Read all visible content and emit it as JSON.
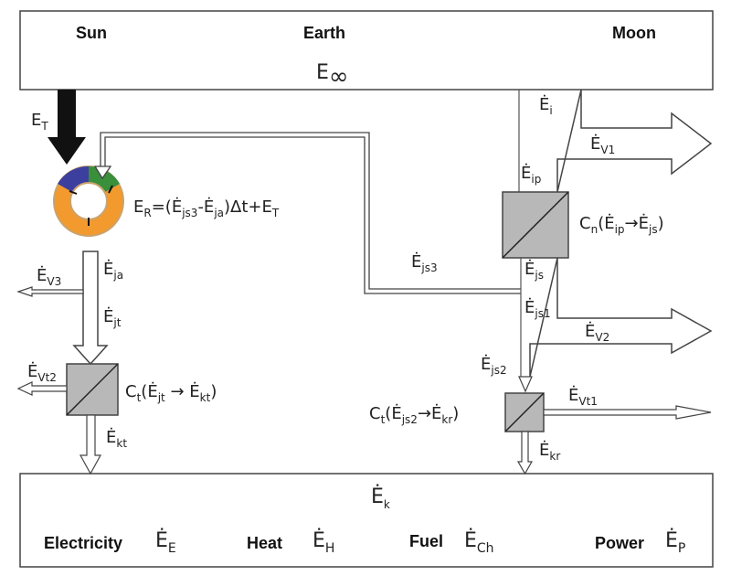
{
  "top_box": {
    "labels": [
      "Sun",
      "Earth",
      "Moon"
    ],
    "symbol": "E",
    "symbol_sub": "∞"
  },
  "bottom_box": {
    "symbol": "Ė",
    "symbol_sub": "k",
    "forms": [
      {
        "name": "Electricity",
        "symbol": "Ė",
        "sub": "E"
      },
      {
        "name": "Heat",
        "symbol": "Ė",
        "sub": "H"
      },
      {
        "name": "Fuel",
        "symbol": "Ė",
        "sub": "Ch"
      },
      {
        "name": "Power",
        "symbol": "Ė",
        "sub": "P"
      }
    ]
  },
  "ring": {
    "colors": {
      "outer": "#f29a2e",
      "blue": "#3c3f9e",
      "green": "#3a8f3a",
      "orange": "#f29a2e"
    }
  },
  "labels": {
    "ET": {
      "main": "E",
      "sub": "T"
    },
    "ER": {
      "main": "E",
      "sub": "R",
      "rest": "=(Ė",
      "s1": "js3",
      "m1": "-Ė",
      "s2": "ja",
      "tail": ")Δt+E",
      "s3": "T"
    },
    "Eja": {
      "main": "Ė",
      "sub": "ja"
    },
    "Ejt": {
      "main": "Ė",
      "sub": "jt"
    },
    "EV3": {
      "main": "Ė",
      "sub": "V3"
    },
    "EVt2": {
      "main": "Ė",
      "sub": "Vt2"
    },
    "Ekt": {
      "main": "Ė",
      "sub": "kt"
    },
    "Ct_left": {
      "main": "C",
      "sub": "t",
      "p1": "(Ė",
      "s1": "jt",
      "arrow": " → Ė",
      "s2": "kt",
      "close": ")"
    },
    "Ejs3": {
      "main": "Ė",
      "sub": "js3"
    },
    "Ei": {
      "main": "Ė",
      "sub": "i"
    },
    "EV1": {
      "main": "Ė",
      "sub": "V1"
    },
    "Eip": {
      "main": "Ė",
      "sub": "ip"
    },
    "Cn": {
      "main": "C",
      "sub": "n",
      "p1": "(Ė",
      "s1": "ip",
      "arrow": "→Ė",
      "s2": "js",
      "close": ")"
    },
    "Ejs": {
      "main": "Ė",
      "sub": "js"
    },
    "Ejs1": {
      "main": "Ė",
      "sub": "js1"
    },
    "EV2": {
      "main": "Ė",
      "sub": "V2"
    },
    "Ejs2": {
      "main": "Ė",
      "sub": "js2"
    },
    "Ct_right": {
      "main": "C",
      "sub": "t",
      "p1": "(Ė",
      "s1": "js2",
      "arrow": "→Ė",
      "s2": "kr",
      "close": ")"
    },
    "EVt1": {
      "main": "Ė",
      "sub": "Vt1"
    },
    "Ekr": {
      "main": "Ė",
      "sub": "kr"
    }
  }
}
